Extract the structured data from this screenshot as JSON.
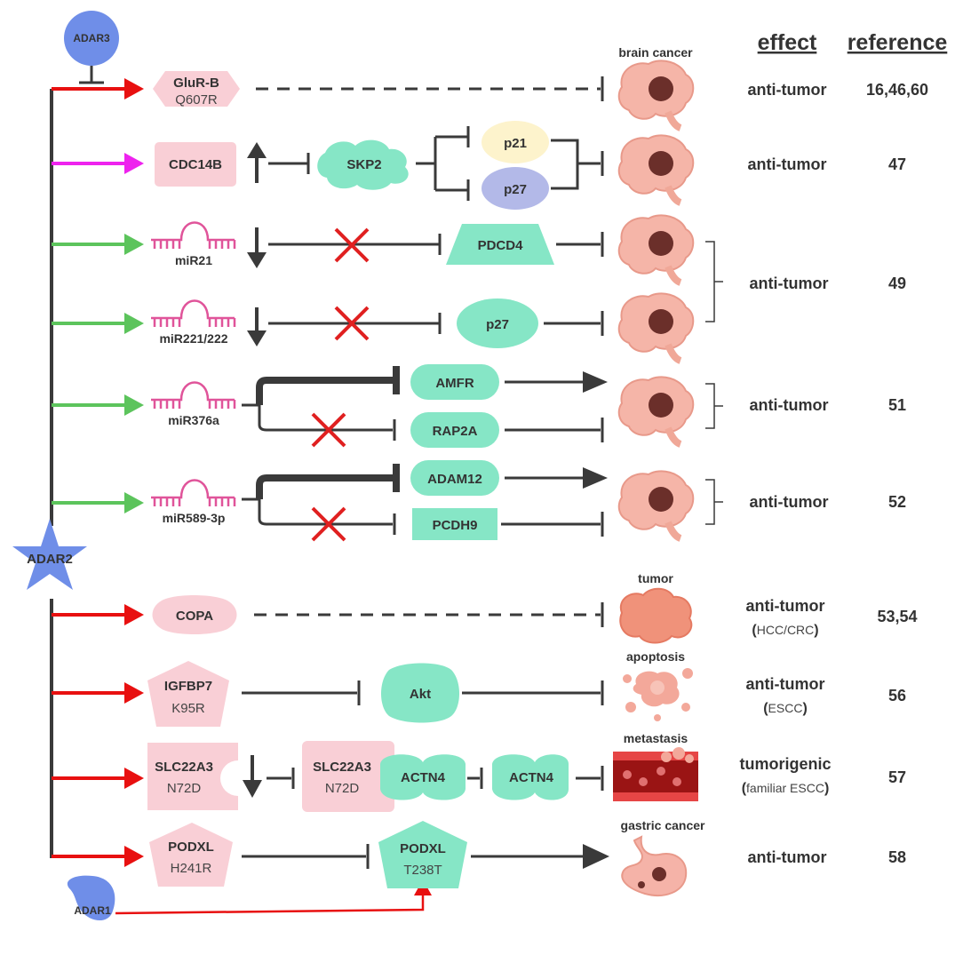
{
  "header": {
    "effect": "effect",
    "reference": "reference"
  },
  "enzymes": {
    "adar1": "ADAR1",
    "adar2": "ADAR2",
    "adar3": "ADAR3"
  },
  "outcome_labels": {
    "brain_cancer": "brain cancer",
    "tumor": "tumor",
    "apoptosis": "apoptosis",
    "metastasis": "metastasis",
    "gastric_cancer": "gastric cancer"
  },
  "rows": {
    "glurb": {
      "name": "GluR-B",
      "mutation": "Q607R",
      "effect": "anti-tumor",
      "ref": "16,46,60"
    },
    "cdc14b": {
      "name": "CDC14B",
      "skp2": "SKP2",
      "p21": "p21",
      "p27": "p27",
      "effect": "anti-tumor",
      "ref": "47"
    },
    "mir21": {
      "name": "miR21",
      "target": "PDCD4"
    },
    "mir221": {
      "name": "miR221/222",
      "target": "p27"
    },
    "mir21_group": {
      "effect": "anti-tumor",
      "ref": "49"
    },
    "mir376a": {
      "name": "miR376a",
      "target1": "AMFR",
      "target2": "RAP2A",
      "effect": "anti-tumor",
      "ref": "51"
    },
    "mir589": {
      "name": "miR589-3p",
      "target1": "ADAM12",
      "target2": "PCDH9",
      "effect": "anti-tumor",
      "ref": "52"
    },
    "copa": {
      "name": "COPA",
      "effect": "anti-tumor",
      "effect_pre": "(",
      "effect_note": "HCC/CRC",
      "effect_post": ")",
      "ref": "53,54"
    },
    "igfbp7": {
      "name": "IGFBP7",
      "mutation": "K95R",
      "akt": "Akt",
      "effect": "anti-tumor",
      "effect_pre": "(",
      "effect_note": "ESCC",
      "effect_post": ")",
      "ref": "56"
    },
    "slc22a3": {
      "name": "SLC22A3",
      "mutation": "N72D",
      "name2": "SLC22A3",
      "mutation2": "N72D",
      "actn4a": "ACTN4",
      "actn4b": "ACTN4",
      "effect": "tumorigenic",
      "effect_pre": "(",
      "effect_note": "familiar ESCC",
      "effect_post": ")",
      "ref": "57"
    },
    "podxl": {
      "name": "PODXL",
      "mutation": "H241R",
      "name2": "PODXL",
      "mutation2": "T238T",
      "effect": "anti-tumor",
      "ref": "58"
    }
  },
  "colors": {
    "red_arrow": "#e81010",
    "magenta_arrow": "#ee22ee",
    "green_arrow": "#5cc45c",
    "pink_node": "#f9cfd6",
    "teal_node": "#86e6c6",
    "blue_enzyme": "#6f8ee8",
    "mirna": "#e0549a",
    "dark_line": "#3a3a3a",
    "cross": "#e02020"
  }
}
